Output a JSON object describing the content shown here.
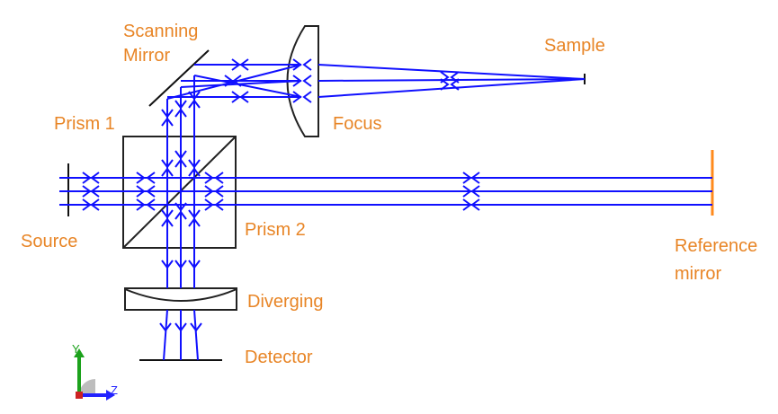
{
  "colors": {
    "ray": "#1010ff",
    "label": "#e88526",
    "mirror": "#ff8a1c",
    "optic": "#222222",
    "axis_y": "#1ca21c",
    "axis_z": "#2222ff"
  },
  "labels": {
    "scanning_1": "Scanning",
    "scanning_2": "Mirror",
    "sample": "Sample",
    "prism1": "Prism 1",
    "focus": "Focus",
    "source": "Source",
    "prism2": "Prism 2",
    "reference_1": "Reference",
    "reference_2": "mirror",
    "diverging": "Diverging",
    "detector": "Detector"
  },
  "axes": {
    "y": "Y",
    "z": "Z"
  }
}
